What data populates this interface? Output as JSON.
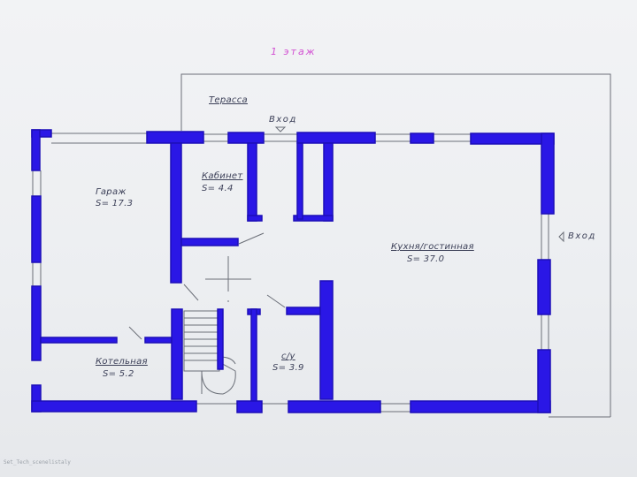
{
  "floor_title": "1 этаж",
  "labels": {
    "terrace": "Терасса",
    "entrance_top": "Вход",
    "entrance_right": "Вход",
    "garage_name": "Гараж",
    "garage_area": "S= 17.3",
    "study_name": "Кабинет",
    "study_area": "S= 4.4",
    "kitchen_name": "Кухня/гостинная",
    "kitchen_area": "S= 37.0",
    "boiler_name": "Котельная",
    "boiler_area": "S= 5.2",
    "wc_name": "с/у",
    "wc_area": "S= 3.9"
  },
  "status_text": "Set_Tech_scenelistaly",
  "colors": {
    "wall": "#2a17e6",
    "floor_title": "#d24fd2",
    "label_text": "#3b3f57",
    "outline": "#6b6f78"
  }
}
